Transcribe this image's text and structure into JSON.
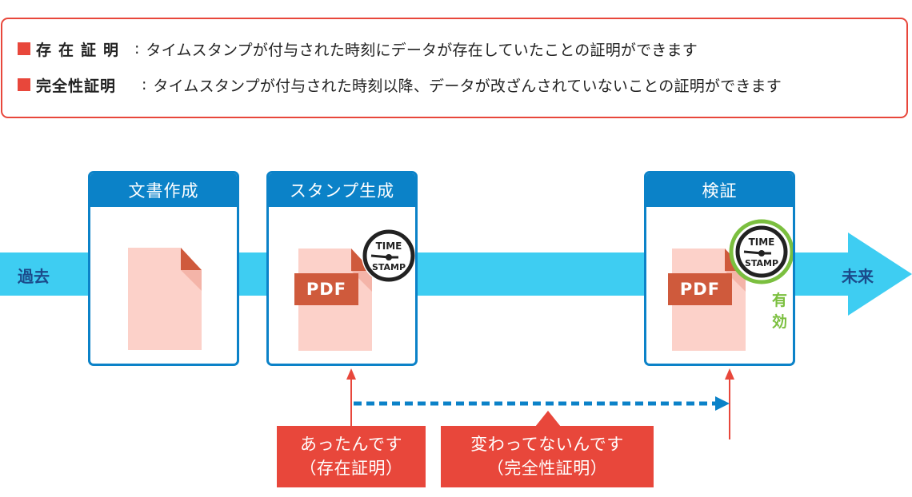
{
  "legend": {
    "existence": {
      "term": "存在証明",
      "desc": "タイムスタンプが付与された時刻にデータが存在していたことの証明ができます"
    },
    "integrity": {
      "term": "完全性証明",
      "desc": "タイムスタンプが付与された時刻以降、データが改ざんされていないことの証明ができます"
    },
    "colon": ":"
  },
  "timeline": {
    "past": "過去",
    "future": "未来"
  },
  "steps": [
    {
      "title": "文書作成"
    },
    {
      "title": "スタンプ生成",
      "file_label": "PDF",
      "stamp_top": "TIME",
      "stamp_bottom": "STAMP"
    },
    {
      "title": "検証",
      "file_label": "PDF",
      "stamp_top": "TIME",
      "stamp_bottom": "STAMP",
      "status": "有効"
    }
  ],
  "callouts": [
    {
      "line1": "あったんです",
      "line2": "（存在証明）"
    },
    {
      "line1": "変わってないんです",
      "line2": "（完全性証明）"
    }
  ],
  "colors": {
    "accent_red": "#e8473b",
    "card_blue": "#0b82c8",
    "timeline_cyan": "#3ecdf2",
    "valid_green": "#7bbf3f",
    "pdf_orange": "#cf5a3c",
    "doc_pink": "#fcd1c9"
  }
}
